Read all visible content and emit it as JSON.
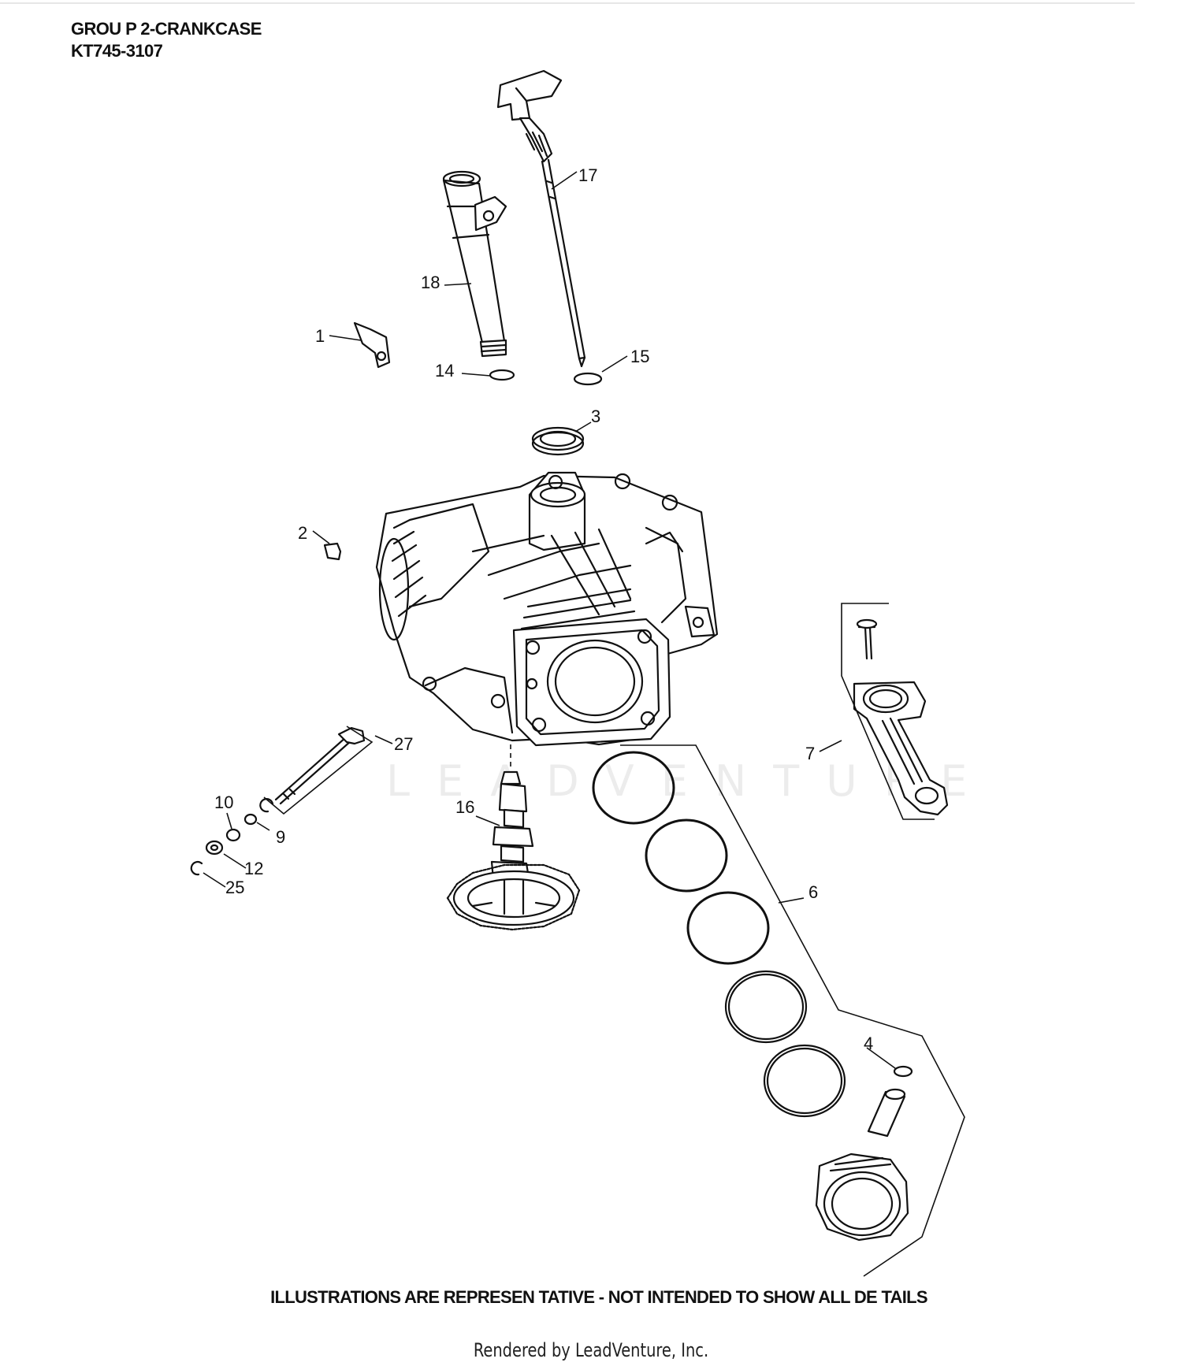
{
  "header": {
    "group": "GROU P 2-CRANKCASE",
    "model": "KT745-3107"
  },
  "footer": {
    "disclaimer": "ILLUSTRATIONS ARE REPRESEN  TATIVE - NOT INTENDED  TO SHOW ALL DE TAILS",
    "rendered_by": "Rendered by LeadVenture, Inc."
  },
  "watermark": {
    "text": "LEADVENTURE"
  },
  "callouts": [
    "1",
    "2",
    "3",
    "4",
    "6",
    "7",
    "9",
    "10",
    "12",
    "14",
    "15",
    "16",
    "17",
    "18",
    "25",
    "27"
  ]
}
